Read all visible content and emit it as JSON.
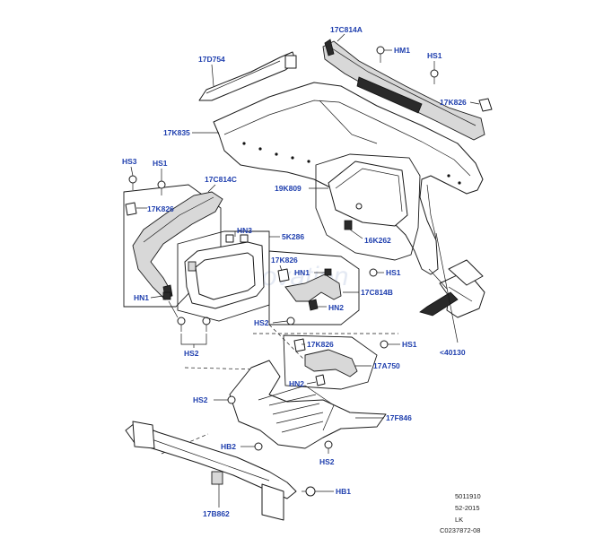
{
  "labels": {
    "l_17C814A": "17C814A",
    "l_HM1": "HM1",
    "l_HS1_top": "HS1",
    "l_17D754": "17D754",
    "l_17K826_right": "17K826",
    "l_17K835": "17K835",
    "l_HS3": "HS3",
    "l_HS1_left": "HS1",
    "l_17C814C": "17C814C",
    "l_17K826_left": "17K826",
    "l_19K809": "19K809",
    "l_16K262": "16K262",
    "l_HN3": "HN3",
    "l_5K286": "5K286",
    "l_17K826_mid": "17K826",
    "l_HN1_mid": "HN1",
    "l_HS1_mid": "HS1",
    "l_17C814B": "17C814B",
    "l_HN1_left": "HN1",
    "l_HN2_mid": "HN2",
    "l_HS2_mid": "HS2",
    "l_HS2_left": "HS2",
    "l_40130": "<40130",
    "l_17K826_low": "17K826",
    "l_HS1_low": "HS1",
    "l_17A750": "17A750",
    "l_HN2_low": "HN2",
    "l_HS2_low": "HS2",
    "l_17F846": "17F846",
    "l_HB2": "HB2",
    "l_HS2_bottom": "HS2",
    "l_HB1": "HB1",
    "l_17B862": "17B862"
  },
  "meta": {
    "line1": "5011910",
    "line2": "52-2015",
    "line3": "LK",
    "line4": "C0237872-08"
  },
  "watermark": "Innovation"
}
